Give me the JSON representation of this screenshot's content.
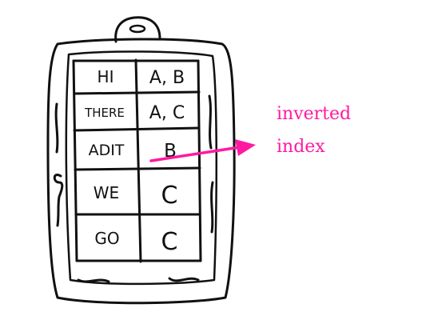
{
  "table": {
    "rows": [
      {
        "word": "HI",
        "pages": "A, B"
      },
      {
        "word": "THERE",
        "pages": "A, C"
      },
      {
        "word": "ADIT",
        "pages": "B"
      },
      {
        "word": "WE",
        "pages": "C"
      },
      {
        "word": "GO",
        "pages": "C"
      }
    ]
  },
  "label": {
    "line1": "inverted",
    "line2": "index"
  },
  "colors": {
    "ink": "#111111",
    "accent": "#ff1aa0"
  }
}
